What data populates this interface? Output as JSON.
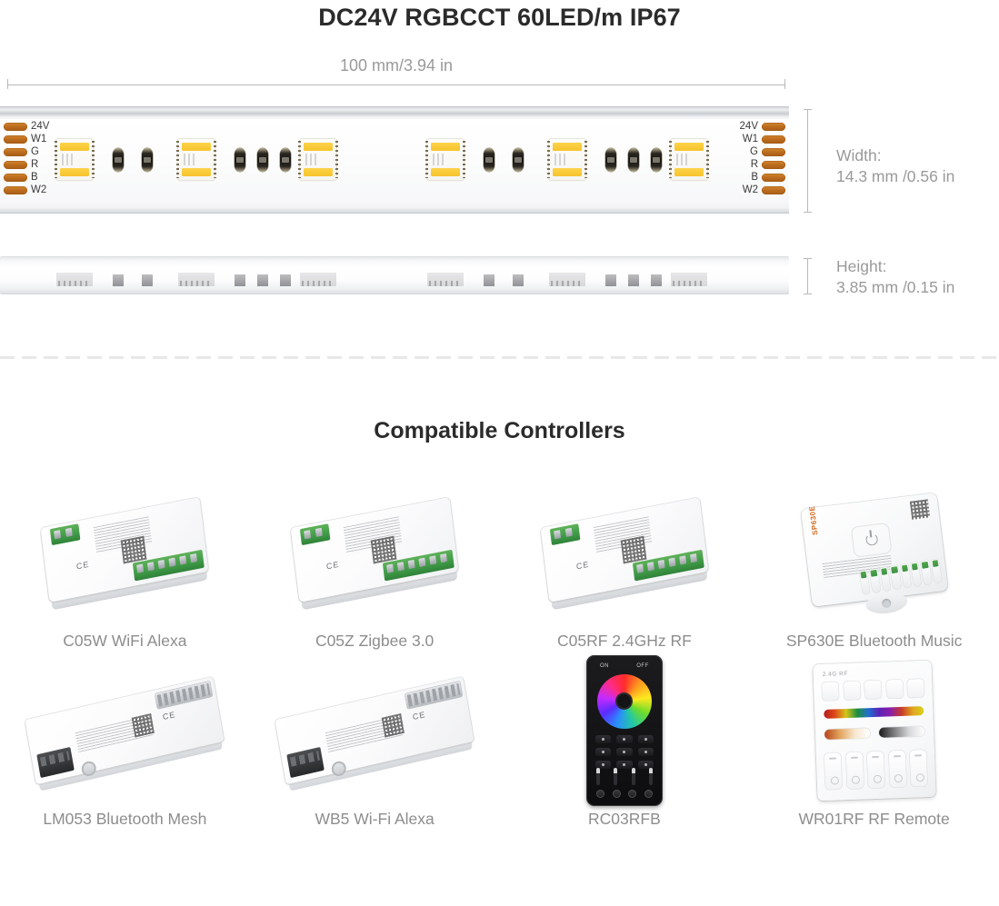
{
  "product": {
    "title": "DC24V RGBCCT 60LED/m IP67"
  },
  "dimensions": {
    "length_label": "100 mm/3.94 in",
    "width_title": "Width:",
    "width_value": "14.3 mm /0.56 in",
    "height_title": "Height:",
    "height_value": "3.85 mm /0.15 in"
  },
  "strip": {
    "pads_left": [
      "24V",
      "W1",
      "G",
      "R",
      "B",
      "W2"
    ],
    "pads_right": [
      "24V",
      "W1",
      "G",
      "R",
      "B",
      "W2"
    ],
    "pad_color": "#b96a1d",
    "led_phosphor_color": "#f6c32c"
  },
  "controllers": {
    "section_title": "Compatible Controllers",
    "items": [
      {
        "caption": "C05W WiFi Alexa",
        "art": "box",
        "accent": "#3f9a46"
      },
      {
        "caption": "C05Z Zigbee 3.0",
        "art": "box",
        "accent": "#3f9a46"
      },
      {
        "caption": "C05RF 2.4GHz RF",
        "art": "box",
        "accent": "#3f9a46"
      },
      {
        "caption": "SP630E Bluetooth Music",
        "art": "square",
        "accent": "#3c9144"
      },
      {
        "caption": "LM053 Bluetooth Mesh",
        "art": "bar",
        "accent": "#26282a"
      },
      {
        "caption": "WB5 Wi-Fi Alexa",
        "art": "bar",
        "accent": "#26282a"
      },
      {
        "caption": "RC03RFB",
        "art": "remote",
        "accent": "#0d0d0f"
      },
      {
        "caption": "WR01RF RF Remote",
        "art": "panel",
        "accent": "#ffffff"
      }
    ]
  },
  "labels": {
    "remote_on": "ON",
    "remote_off": "OFF",
    "panel_rf": "2.4G RF",
    "sp630e_brand": "SP630E",
    "ce": "CE"
  }
}
